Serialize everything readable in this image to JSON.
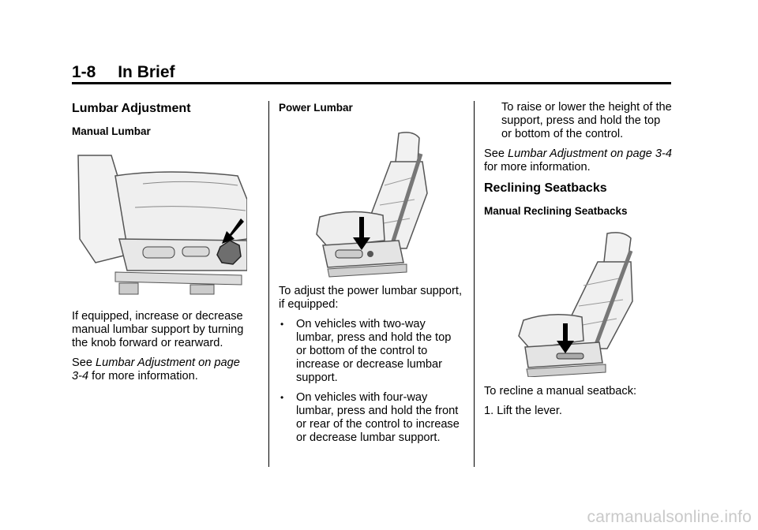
{
  "header": {
    "page_number": "1-8",
    "title": "In Brief"
  },
  "col1": {
    "heading": "Lumbar Adjustment",
    "subheading": "Manual Lumbar",
    "para1": "If equipped, increase or decrease manual lumbar support by turning the knob forward or rearward.",
    "see_prefix": "See ",
    "see_link": "Lumbar Adjustment on page 3-4",
    "see_suffix": " for more information."
  },
  "col2": {
    "subheading": "Power Lumbar",
    "para1": "To adjust the power lumbar support, if equipped:",
    "bullets": [
      "On vehicles with two-way lumbar, press and hold the top or bottom of the control to increase or decrease lumbar support.",
      "On vehicles with four-way lumbar, press and hold the front or rear of the control to increase or decrease lumbar support."
    ]
  },
  "col3": {
    "continued": "To raise or lower the height of the support, press and hold the top or bottom of the control.",
    "see_prefix": "See ",
    "see_link": "Lumbar Adjustment on page 3-4",
    "see_suffix": " for more information.",
    "heading": "Reclining Seatbacks",
    "subheading": "Manual Reclining Seatbacks",
    "para1": "To recline a manual seatback:",
    "step1": "1. Lift the lever."
  },
  "watermark": "carmanualsonline.info",
  "icons": {
    "bullet": "•",
    "illus1": "seat-lumbar-knob-illustration",
    "illus2": "power-seat-illustration",
    "illus3": "reclining-seat-illustration"
  }
}
